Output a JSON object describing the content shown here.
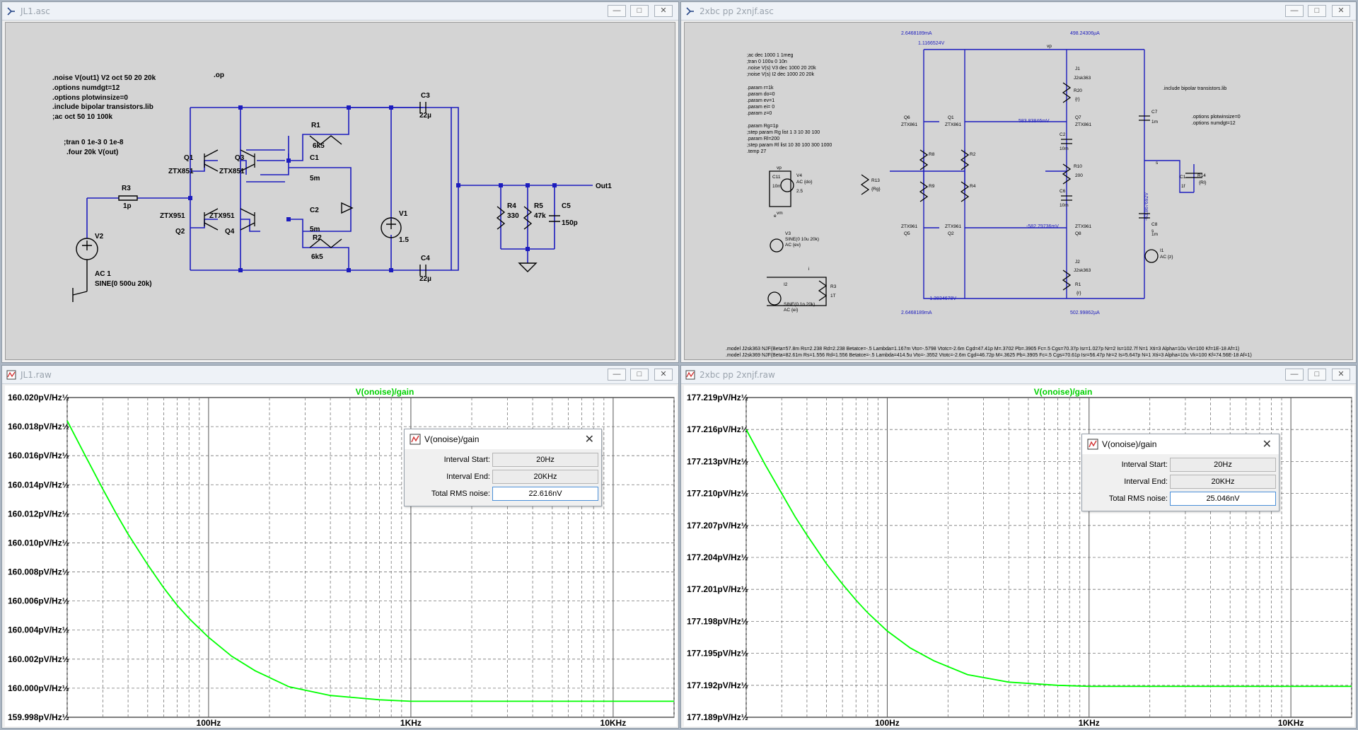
{
  "windows": {
    "schematic_left": {
      "title": "JL1.asc",
      "directives": [
        ".noise V(out1) V2 oct 50 20 20k",
        ".options numdgt=12",
        ".options plotwinsize=0",
        ".include bipolar transistors.lib",
        ";ac oct 50 10 100k"
      ],
      "op": ".op",
      "tran": ";tran 0 1e-3 0 1e-8",
      "four": ".four 20k V(out)",
      "labels": {
        "q1": "Q1",
        "q1_model": "ZTX851",
        "q3": "Q3",
        "q3_model": "ZTX851",
        "q2": "Q2",
        "q2_model": "ZTX951",
        "q4": "Q4",
        "q4_model": "ZTX951",
        "r1": "R1",
        "r1_val": "6k5",
        "c1": "C1",
        "c1_val": "5m",
        "c2": "C2",
        "c2_val": "5m",
        "r2": "R2",
        "r2_val": "6k5",
        "r3": "R3",
        "r3_val": "1p",
        "v1": "V1",
        "v1_val": "1.5",
        "v2": "V2",
        "v2_ac": "AC 1",
        "v2_sine": "SINE(0 500u 20k)",
        "c3": "C3",
        "c3_val": "22µ",
        "c4": "C4",
        "c4_val": "22µ",
        "r4": "R4",
        "r4_val": "330",
        "r5": "R5",
        "r5_val": "47k",
        "c5": "C5",
        "c5_val": "150p",
        "out": "Out1"
      }
    },
    "schematic_right": {
      "title": "2xbc pp 2xnjf.asc",
      "directives": [
        ";ac dec 1000 1 1meg",
        ";tran 0 100u 0 10n",
        ".noise V(s) V3 dec 1000 20 20k",
        ";noise V(s) I2 dec 1000 20 20k"
      ],
      "params": [
        ".param r=1k",
        ".param do=0",
        ".param ev=1",
        ".param ei= 0",
        ".param z=0"
      ],
      "params2": [
        ".param Rg=1p",
        ";step param Rg list 1 3 10 30 100",
        ".param Rl=200",
        ";step param Rl list 10 30 100 300 1000",
        ".temp 27"
      ],
      "include": ".include bipolar transistors.lib",
      "options": [
        ".options plotwinsize=0",
        ".options numdgt=12"
      ],
      "probes": {
        "i_top": "2.6468189mA",
        "v_top": "1.1166524V",
        "i_top_right": "498.24306µA",
        "v_mid1": "583.83846mV",
        "v_mid2": "-582.79736mV",
        "v_bot": "-1.3834678V",
        "i_bot": "2.6468189mA",
        "i_bot_right": "502.99862µA",
        "v_side": "-63.867692V"
      },
      "labels": {
        "vp": "vp",
        "vm": "vm",
        "q6": "Q6",
        "q1": "Q1",
        "q7": "Q7",
        "ztx861": "ZTX861",
        "q5": "Q5",
        "q2": "Q2",
        "q8": "Q8",
        "ztx961": "ZTX961",
        "r8": "R8",
        "r2": "R2",
        "r9": "R9",
        "r4": "R4",
        "one": "1",
        "j1": "J1",
        "j2": "J2",
        "j2sk": "J2sk363",
        "r20": "R20",
        "r20v": "{r}",
        "c2": "C2",
        "c2v": "10m",
        "r10": "R10",
        "r10v": "200",
        "c6": "C6",
        "c6v": "10m",
        "r1": "R1",
        "r1v": "{r}",
        "c7": "C7",
        "c7v": "1m",
        "c8": "C8",
        "c8v": "1m",
        "r13": "R13",
        "r13v": "{Rg}",
        "c11": "C11",
        "c11v": "10m",
        "v4": "V4",
        "v4ac": "AC {do}",
        "v4v": "2.5",
        "v3": "V3",
        "v3sine": "SINE(0 10u 20k)",
        "v3ac": "AC {ev}",
        "i2": "I2",
        "i2sine": "SINE(0 1n 20k)",
        "i2ac": "AC {ei}",
        "r3": "R3",
        "r3v": "1T",
        "c1": "C1",
        "c1v": "1f",
        "r14": "R14",
        "r14v": "{Rl}",
        "i1": "I1",
        "i1ac": "AC {z}",
        "s": "s",
        "e": "e",
        "i": "i"
      },
      "models": [
        ".model J2sk363 NJF(Beta=57.8m Rs=2.238 Rd=2.238 Betatce=-.5 Lambda=1.167m Vto=-.5798 Vtotc=-2.6m Cgd=47.41p M=.3702 Pb=.3905 Fc=.5 Cgs=70.37p Isr=1.027p Nr=2 Is=102.7f N=1 Xti=3 Alpha=10u Vk=100 Kf=1E-18 Af=1)",
        ".model J2sk369 NJF(Beta=82.61m Rs=1.556 Rd=1.556 Betatce=-.5 Lambda=414.5u Vto=-.3552 Vtotc=-2.6m Cgd=46.72p M=.3625 Pb=.3905 Fc=.5 Cgs=70.61p Isr=56.47p Nr=2 Is=5.647p N=1 Xti=3 Alpha=10u Vk=100 Kf=74.56E-18 Af=1)"
      ]
    },
    "plot_left": {
      "title": "JL1.raw",
      "trace_label": "V(onoise)/gain",
      "dialog": {
        "title": "V(onoise)/gain",
        "interval_start_label": "Interval Start:",
        "interval_start": "20Hz",
        "interval_end_label": "Interval End:",
        "interval_end": "20KHz",
        "rms_label": "Total RMS noise:",
        "rms": "22.616nV"
      }
    },
    "plot_right": {
      "title": "2xbc pp 2xnjf.raw",
      "trace_label": "V(onoise)/gain",
      "dialog": {
        "title": "V(onoise)/gain",
        "interval_start_label": "Interval Start:",
        "interval_start": "20Hz",
        "interval_end_label": "Interval End:",
        "interval_end": "20KHz",
        "rms_label": "Total RMS noise:",
        "rms": "25.046nV"
      }
    }
  },
  "chart_data": [
    {
      "type": "line",
      "title": "V(onoise)/gain",
      "xscale": "log",
      "xlim": [
        20,
        20000
      ],
      "x_tick_labels": [
        "100Hz",
        "1KHz",
        "10KHz"
      ],
      "ylim": [
        159.998,
        160.02
      ],
      "y_tick_labels": [
        "160.020pV/Hz½",
        "160.018pV/Hz½",
        "160.016pV/Hz½",
        "160.014pV/Hz½",
        "160.012pV/Hz½",
        "160.010pV/Hz½",
        "160.008pV/Hz½",
        "160.006pV/Hz½",
        "160.004pV/Hz½",
        "160.002pV/Hz½",
        "160.000pV/Hz½",
        "159.998pV/Hz½"
      ],
      "y_ticks": [
        160.02,
        160.018,
        160.016,
        160.014,
        160.012,
        160.01,
        160.008,
        160.006,
        160.004,
        160.002,
        160.0,
        159.998
      ],
      "series": [
        {
          "color": "#00ff00",
          "x": [
            20,
            25,
            30,
            35,
            40,
            50,
            60,
            70,
            80,
            100,
            130,
            170,
            250,
            400,
            700,
            1000,
            2000,
            5000,
            10000,
            20000
          ],
          "y": [
            160.0184,
            160.0158,
            160.0137,
            160.012,
            160.0106,
            160.0085,
            160.0069,
            160.0057,
            160.0048,
            160.0035,
            160.0022,
            160.0012,
            160.0001,
            159.9995,
            159.9992,
            159.9991,
            159.9991,
            159.9991,
            159.9991,
            159.9991
          ]
        }
      ]
    },
    {
      "type": "line",
      "title": "V(onoise)/gain",
      "xscale": "log",
      "xlim": [
        20,
        20000
      ],
      "x_tick_labels": [
        "100Hz",
        "1KHz",
        "10KHz"
      ],
      "ylim": [
        177.189,
        177.219
      ],
      "y_tick_labels": [
        "177.219pV/Hz½",
        "177.216pV/Hz½",
        "177.213pV/Hz½",
        "177.210pV/Hz½",
        "177.207pV/Hz½",
        "177.204pV/Hz½",
        "177.201pV/Hz½",
        "177.198pV/Hz½",
        "177.195pV/Hz½",
        "177.192pV/Hz½",
        "177.189pV/Hz½"
      ],
      "y_ticks": [
        177.219,
        177.216,
        177.213,
        177.21,
        177.207,
        177.204,
        177.201,
        177.198,
        177.195,
        177.192,
        177.189
      ],
      "series": [
        {
          "color": "#00ff00",
          "x": [
            20,
            25,
            30,
            35,
            40,
            50,
            60,
            70,
            80,
            100,
            130,
            170,
            250,
            400,
            700,
            1000,
            2000,
            5000,
            10000,
            20000
          ],
          "y": [
            177.216,
            177.2126,
            177.21,
            177.2078,
            177.2061,
            177.2034,
            177.2015,
            177.2,
            177.1988,
            177.1971,
            177.1955,
            177.1943,
            177.193,
            177.1923,
            177.192,
            177.1919,
            177.1919,
            177.1919,
            177.1919,
            177.1919
          ]
        }
      ]
    }
  ]
}
